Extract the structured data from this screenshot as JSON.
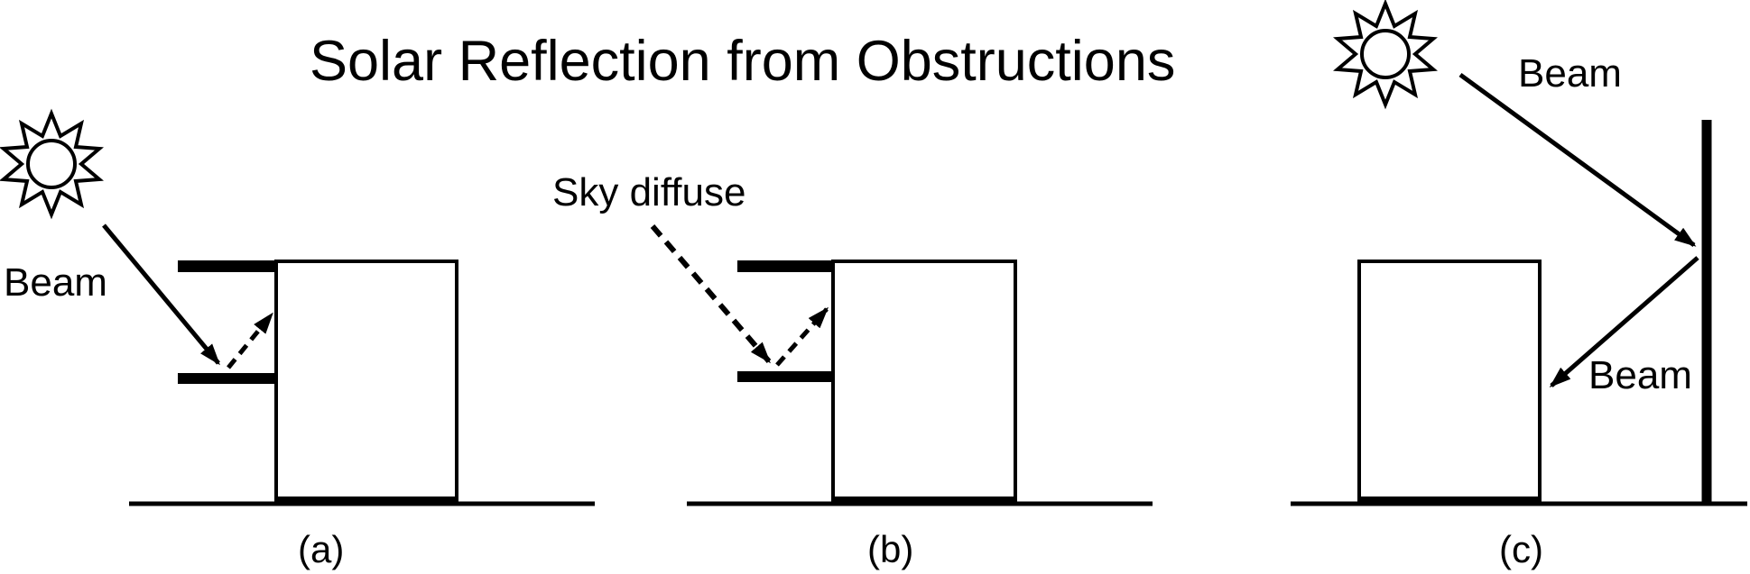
{
  "title": "Solar Reflection from Obstructions",
  "colors": {
    "ink": "#000000",
    "background": "#ffffff"
  },
  "icons": {
    "sun": "sun-icon (10-point star outline with inner circle)"
  },
  "panel_a": {
    "caption": "(a)",
    "beam_label": "Beam"
  },
  "panel_b": {
    "caption": "(b)",
    "sky_diffuse_label": "Sky diffuse"
  },
  "panel_c": {
    "caption": "(c)",
    "beam_incident_label": "Beam",
    "beam_reflected_label": "Beam"
  }
}
